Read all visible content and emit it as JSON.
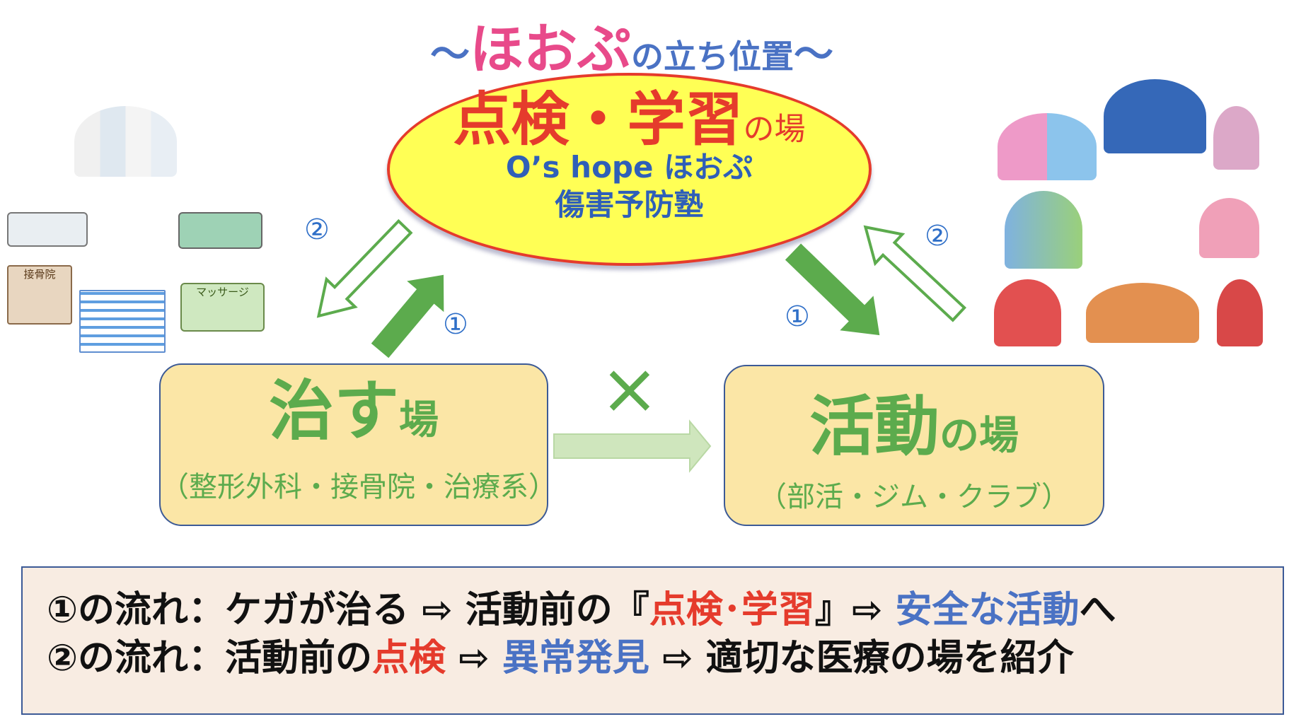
{
  "title": {
    "tilde_left": "～",
    "main": "ほおぷ",
    "rest": "の立ち位置",
    "tilde_right": "～"
  },
  "center": {
    "main": "点検・学習",
    "suffix": "の場",
    "line1": "O’s hope ほおぷ",
    "line2": "傷害予防塾"
  },
  "left_box": {
    "head": "治す",
    "suffix": "場",
    "paren": "（整形外科・接骨院・治療系）"
  },
  "right_box": {
    "head": "活動",
    "suffix": "の場",
    "paren": "（部活・ジム・クラブ）"
  },
  "labels": {
    "one": "①",
    "two": "②",
    "cross": "×"
  },
  "signs": {
    "clinic": "接骨院",
    "massage": "マッサージ"
  },
  "flows": {
    "line1": {
      "prefix": "①の流れ：ケガが治る ⇨ 活動前の『",
      "red": "点検･学習",
      "mid": "』⇨ ",
      "blue": "安全な活動",
      "suffix": "へ"
    },
    "line2": {
      "prefix": "②の流れ：活動前の",
      "red": "点検",
      "mid": " ⇨ ",
      "blue": "異常発見",
      "suffix": " ⇨ 適切な医療の場を紹介"
    }
  },
  "colors": {
    "green": "#5cab4d",
    "red": "#e53b2c",
    "blue": "#4a72c4",
    "pink": "#e84a8a"
  }
}
